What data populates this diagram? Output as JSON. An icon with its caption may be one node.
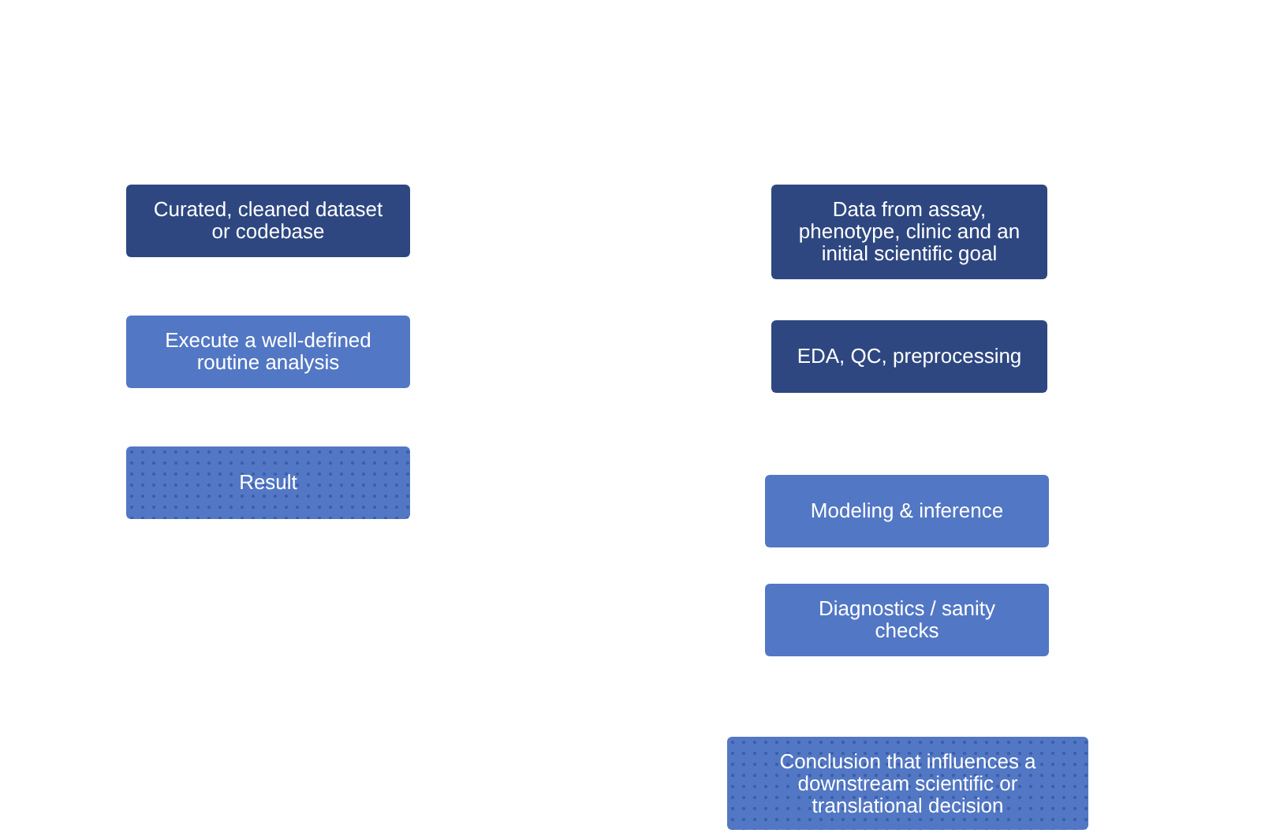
{
  "diagram": {
    "nodes": [
      {
        "text": [
          "Curated, cleaned dataset or codebase"
        ]
      },
      {
        "text": [
          "Execute a well-defined routine analysis"
        ]
      },
      {
        "text": [
          "Result"
        ]
      },
      {
        "text": [
          "Data from assay, phenotype, clinic and an initial scientific goal"
        ]
      },
      {
        "text": [
          "EDA, QC, preprocessing"
        ]
      },
      {
        "text": [
          "Modeling & inference"
        ]
      },
      {
        "text": [
          "Diagnostics / sanity checks"
        ]
      },
      {
        "text": [
          "Conclusion that influences a downstream scientific or translational decision"
        ]
      }
    ]
  }
}
